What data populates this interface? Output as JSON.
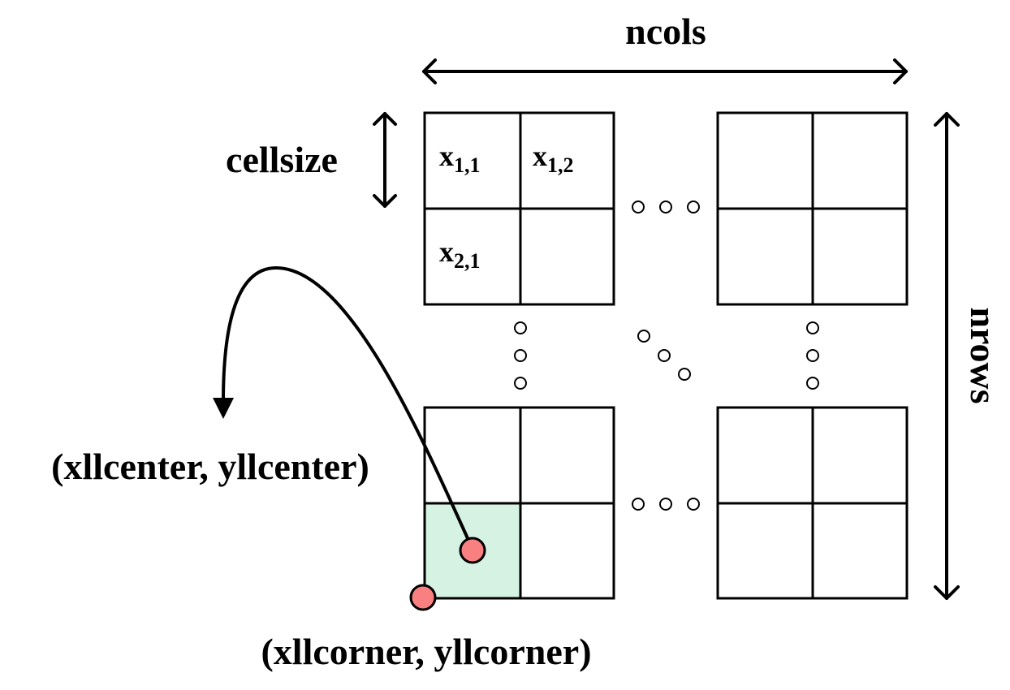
{
  "diagram": {
    "title": "ESRI ASCII raster grid layout",
    "labels": {
      "ncols": "ncols",
      "nrows": "nrows",
      "cellsize": "cellsize",
      "center": "(xllcenter, yllcenter)",
      "corner": "(xllcorner, yllcorner)"
    },
    "cells": [
      {
        "var": "x",
        "sub": "1,1"
      },
      {
        "var": "x",
        "sub": "1,2"
      },
      {
        "var": "x",
        "sub": "2,1"
      }
    ],
    "colors": {
      "highlight_cell": "#d5f2e2",
      "point_fill": "#f98080",
      "stroke": "#000000"
    }
  }
}
